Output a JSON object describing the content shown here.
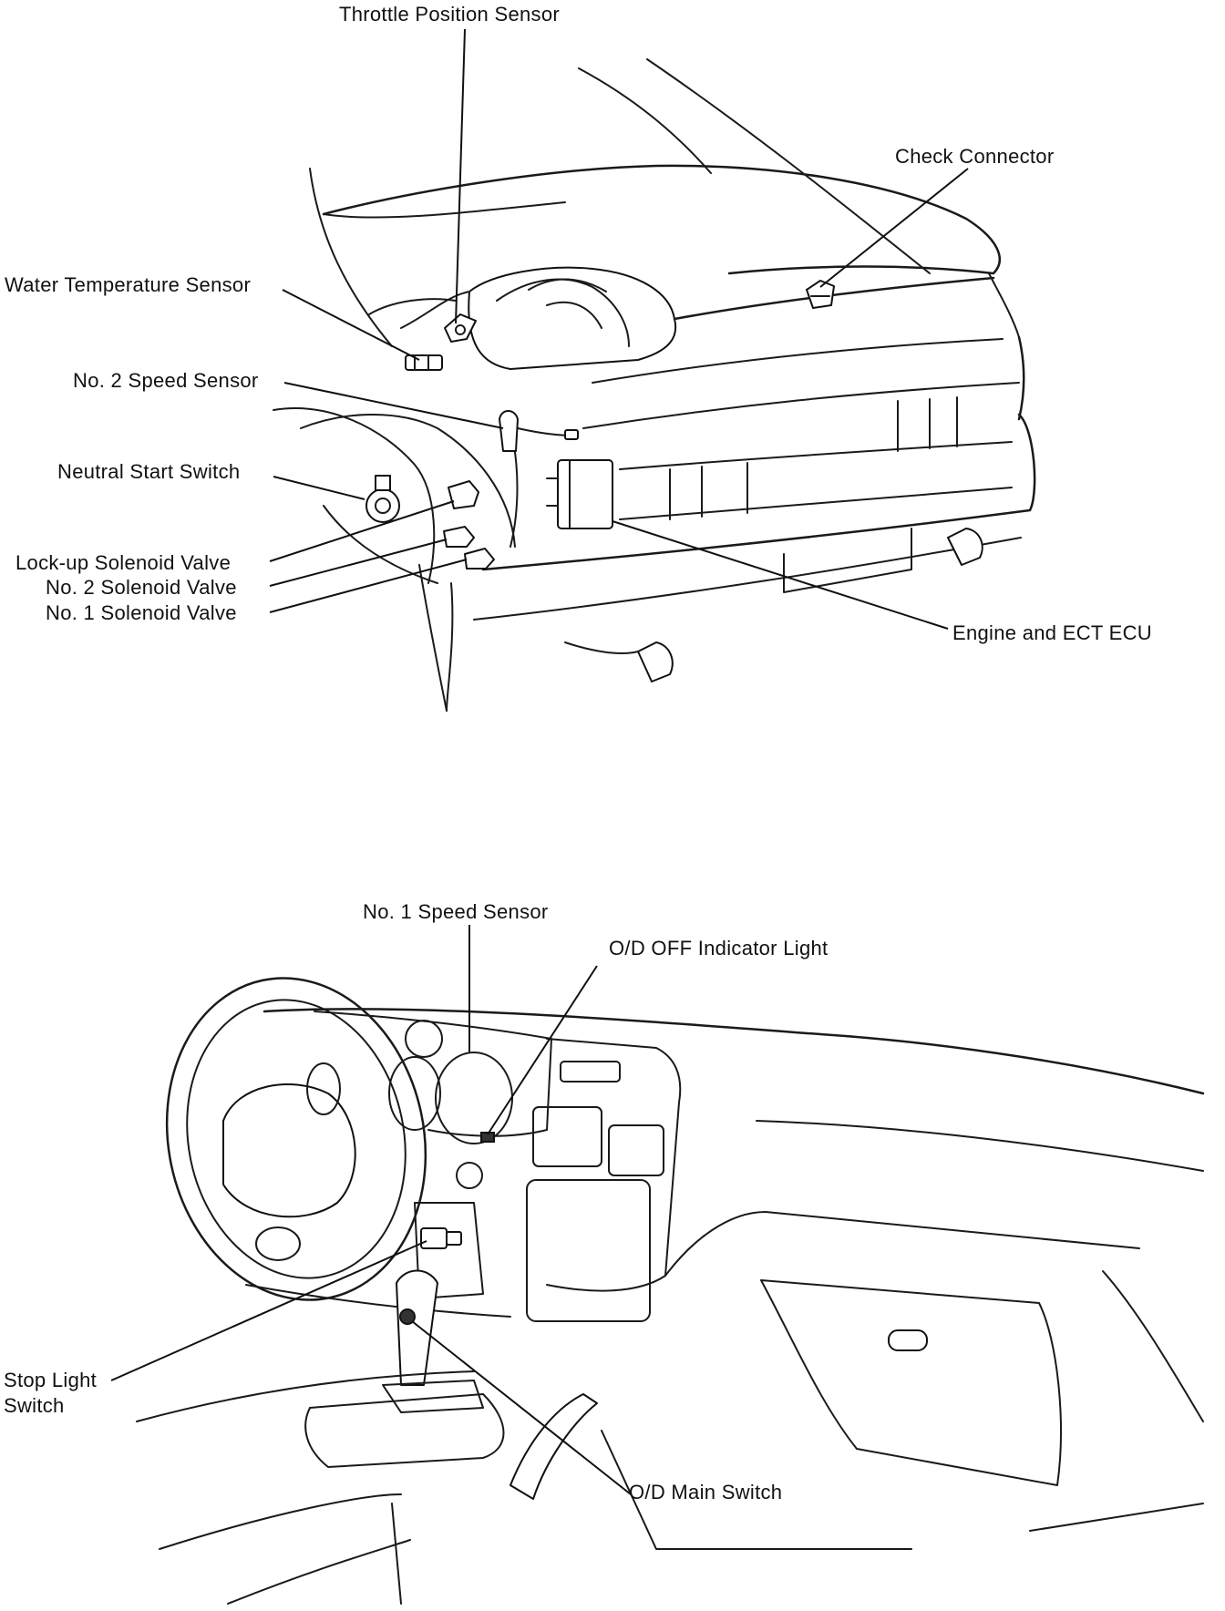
{
  "engine_bay": {
    "labels": {
      "throttle_position_sensor": "Throttle Position Sensor",
      "check_connector": "Check Connector",
      "water_temperature_sensor": "Water Temperature Sensor",
      "no2_speed_sensor": "No. 2 Speed Sensor",
      "neutral_start_switch": "Neutral Start Switch",
      "lockup_solenoid_valve": "Lock-up Solenoid Valve",
      "no2_solenoid_valve": "No. 2 Solenoid Valve",
      "no1_solenoid_valve": "No. 1 Solenoid Valve",
      "engine_ect_ecu": "Engine and ECT ECU"
    }
  },
  "dashboard": {
    "labels": {
      "no1_speed_sensor": "No. 1 Speed Sensor",
      "od_off_indicator_light": "O/D OFF Indicator Light",
      "stop_light_switch_line1": "Stop Light",
      "stop_light_switch_line2": "Switch",
      "od_main_switch": "O/D Main Switch"
    }
  }
}
